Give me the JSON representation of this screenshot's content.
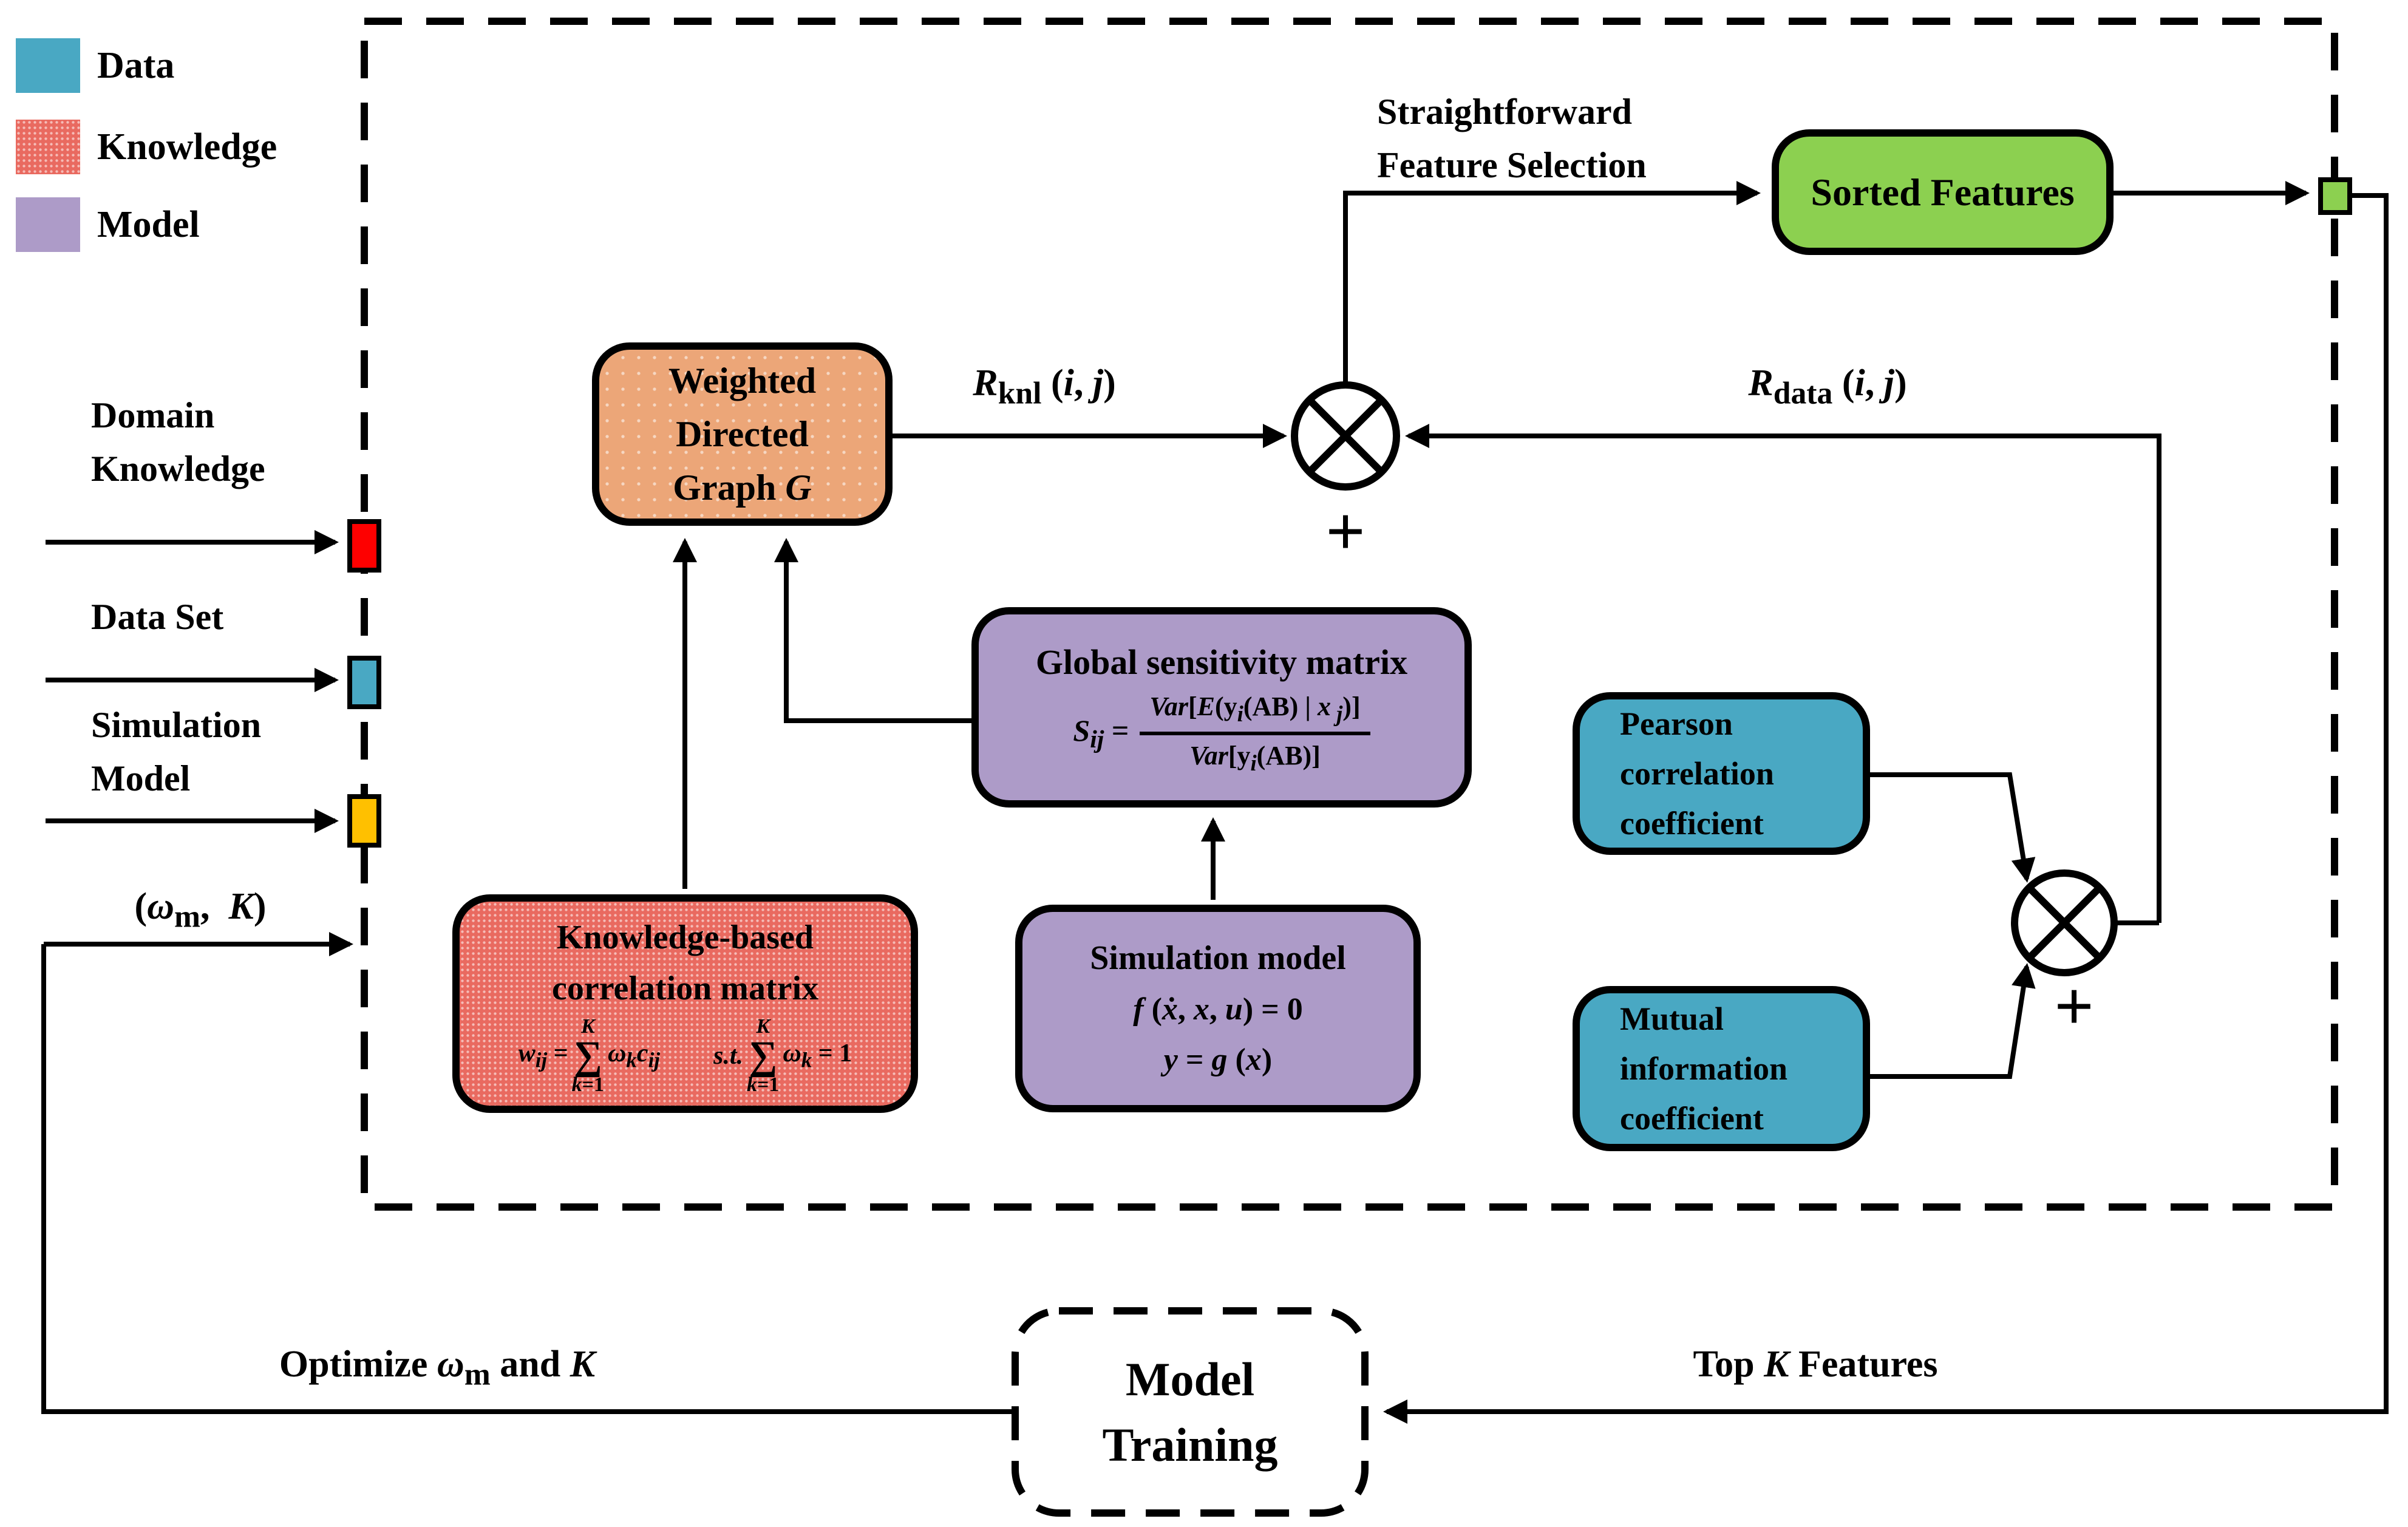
{
  "colors": {
    "teal": "#49A8C3",
    "purple": "#AD9BC8",
    "green": "#8CD050",
    "orange": "#ECA678",
    "knowledge_red": "#E96A60",
    "input_red": "#FE0000",
    "input_yellow": "#FFC000",
    "line_black": "#000000"
  },
  "legend": {
    "data_label": "Data",
    "knowledge_label": "Knowledge",
    "model_label": "Model"
  },
  "left_inputs": {
    "domain_line1": "Domain",
    "domain_line2": "Knowledge",
    "data_set_label": "Data Set",
    "simulation_line1": "Simulation",
    "simulation_line2": "Model",
    "omega_k_html": "(<i>ω</i><sub>m</sub>,&nbsp;&nbsp;<i>K</i>)"
  },
  "nodes": {
    "weighted_graph": {
      "line1": "Weighted",
      "line2": "Directed",
      "line3_html": "Graph <i>G</i>"
    },
    "sorted_features": {
      "label": "Sorted Features"
    },
    "global_sensitivity": {
      "title": "Global sensitivity matrix",
      "lhs_html": "<i>S<sub>ij</sub></i> =",
      "num_html": "<i>Var</i>[<i>E</i>(<b>y</b><i><sub>i</sub></i>(<b>AB</b>) | <i>x<sub>&nbsp;j</sub></i>)]",
      "den_html": "<i>Var</i>[<b>y</b><i><sub>i</sub></i>(<b>AB</b>)]"
    },
    "knowledge_matrix": {
      "title_line1": "Knowledge-based",
      "title_line2": "correlation matrix",
      "lhs_html": "<i>w<sub>ij</sub></i> =",
      "sum1_top_html": "<i>K</i>",
      "sigma1": "∑",
      "sum1_bot_html": "<i>k</i>=1",
      "term1_html": "<i>ω</i><i><sub>k</sub></i><i>c<sub>ij</sub></i>",
      "st_html": "<i>s.t.</i>",
      "sum2_top_html": "<i>K</i>",
      "sigma2": "∑",
      "sum2_bot_html": "<i>k</i>=1",
      "term2_html": "<i>ω</i><i><sub>k</sub></i> = 1"
    },
    "simulation_model": {
      "title": "Simulation model",
      "eq1_html": "<b><i>f</i></b> (<b><i>ẋ</i></b>, <b><i>x</i></b>, <b><i>u</i></b>) = 0",
      "eq2_html": "<b><i>y</i></b> = <i>g</i> (<b><i>x</i></b>)"
    },
    "pearson": {
      "line1": "Pearson",
      "line2": "correlation",
      "line3": "coefficient"
    },
    "mutual": {
      "line1": "Mutual",
      "line2": "information",
      "line3": "coefficient"
    },
    "model_training": {
      "line1": "Model",
      "line2": "Training"
    }
  },
  "labels": {
    "straightforward_line1": "Straightforward",
    "straightforward_line2": "Feature Selection",
    "r_knl_html": "<i>R</i><sub>knl</sub> (<i>i</i>, <i>j</i>)",
    "r_data_html": "<i>R</i><sub>data</sub> (<i>i</i>, <i>j</i>)",
    "optimize_html": "Optimize <i>ω</i><sub>m</sub> and <i>K</i>",
    "top_k_html": "Top <i>K</i> Features",
    "plus": "+"
  }
}
